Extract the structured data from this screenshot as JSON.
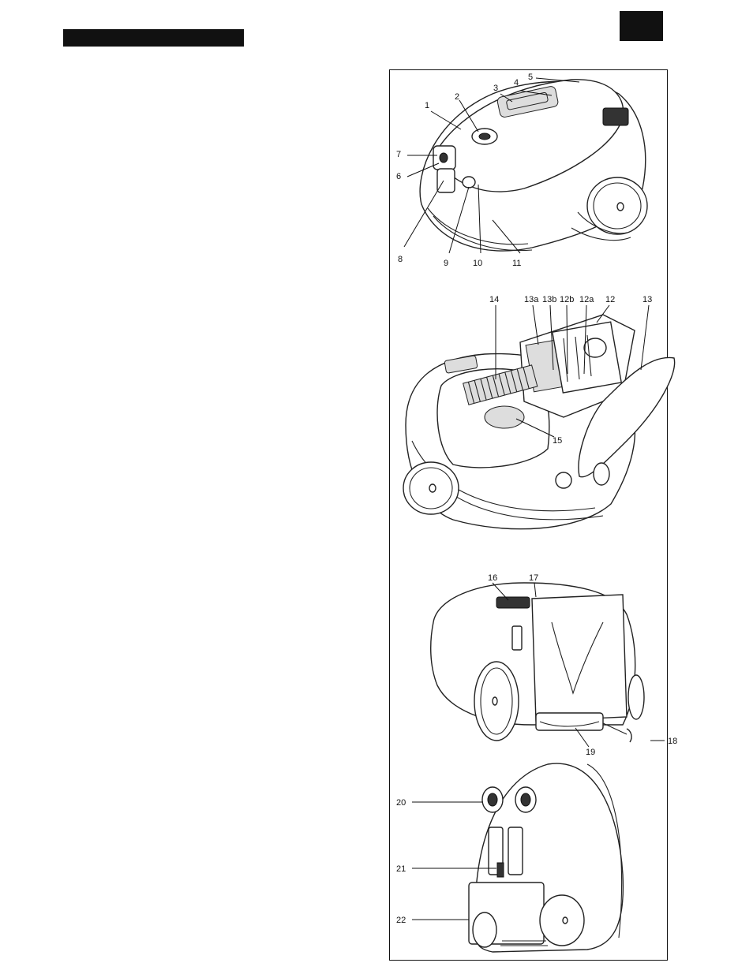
{
  "page": {
    "figures": [
      {
        "id": "top-view",
        "callouts": [
          "1",
          "2",
          "3",
          "4",
          "5",
          "6",
          "7",
          "8",
          "9",
          "10",
          "11"
        ]
      },
      {
        "id": "open-view",
        "callouts": [
          "14",
          "13a",
          "13b",
          "12b",
          "12a",
          "12",
          "13",
          "15"
        ]
      },
      {
        "id": "rear-view",
        "callouts": [
          "16",
          "17",
          "18",
          "19"
        ]
      },
      {
        "id": "bottom-view",
        "callouts": [
          "20",
          "21",
          "22"
        ]
      }
    ]
  },
  "colors": {
    "ink": "#111111",
    "paper": "#ffffff",
    "fill_grey": "#dddddd"
  }
}
